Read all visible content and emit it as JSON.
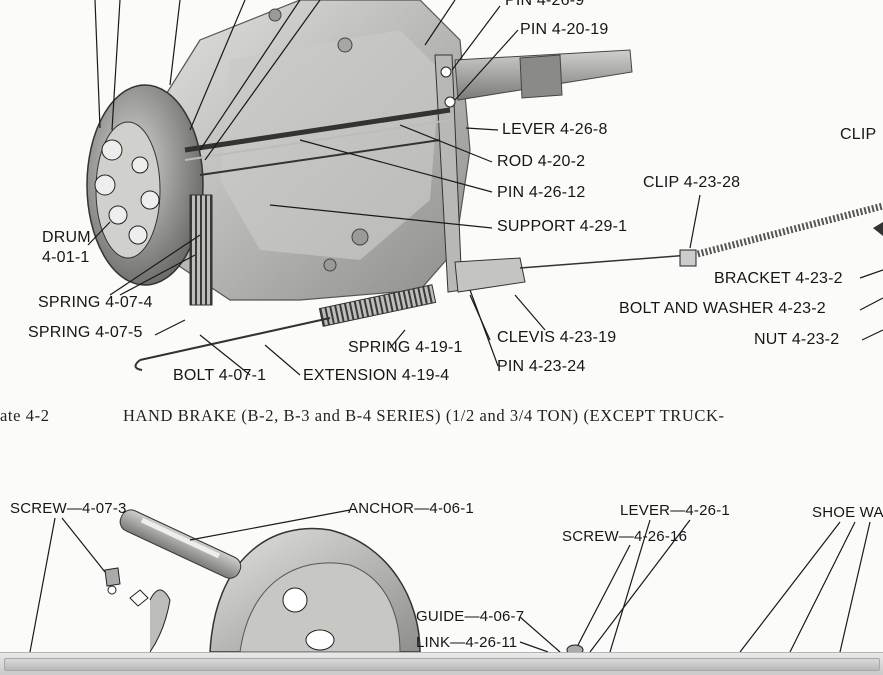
{
  "top_figure": {
    "labels": {
      "pin_top": "PIN 4-26-9",
      "pin_2": "PIN 4-20-19",
      "clip_right": "CLIP",
      "lever": "LEVER 4-26-8",
      "rod": "ROD 4-20-2",
      "clip_2": "CLIP 4-23-28",
      "pin_3": "PIN 4-26-12",
      "support": "SUPPORT 4-29-1",
      "drum_1": "DRUM",
      "drum_2": "4-01-1",
      "bracket": "BRACKET 4-23-2",
      "spring_1": "SPRING 4-07-4",
      "bolt_washer": "BOLT AND WASHER 4-23-2",
      "spring_2": "SPRING 4-07-5",
      "clevis": "CLEVIS 4-23-19",
      "nut": "NUT 4-23-2",
      "spring_3": "SPRING 4-19-1",
      "bolt": "BOLT 4-07-1",
      "extension": "EXTENSION 4-19-4",
      "pin_4": "PIN 4-23-24"
    },
    "caption": {
      "plate": "ate 4-2",
      "title": "HAND BRAKE (B-2, B-3 and B-4 SERIES) (1/2 and 3/4 TON) (EXCEPT TRUCK-"
    }
  },
  "bottom_figure": {
    "labels": {
      "screw_1": "SCREW—4-07-3",
      "anchor": "ANCHOR—4-06-1",
      "lever": "LEVER—4-26-1",
      "shoe": "SHOE WA",
      "screw_2": "SCREW—4-26-16",
      "guide": "GUIDE—4-06-7",
      "link": "LINK—4-26-11"
    }
  },
  "colors": {
    "ink": "#161616",
    "paper": "#fbfbfa",
    "metal_light": "#d8d8d6",
    "metal_dark": "#6a6a68",
    "scrollbar": "#c9c9c9"
  }
}
